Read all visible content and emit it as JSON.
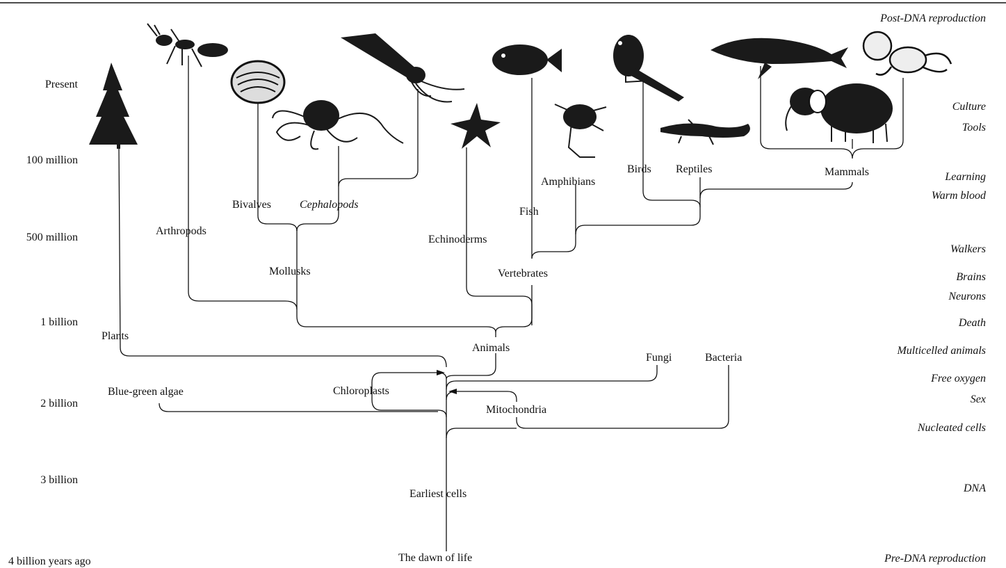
{
  "time_scale": [
    "Present",
    "100 million",
    "500 million",
    "1 billion",
    "2 billion",
    "3 billion",
    "4 billion years ago"
  ],
  "taxa": {
    "plants": "Plants",
    "arthropods": "Arthropods",
    "bivalves": "Bivalves",
    "cephalopods": "Cephalopods",
    "mollusks": "Mollusks",
    "echinoderms": "Echinoderms",
    "fish": "Fish",
    "amphibians": "Amphibians",
    "birds": "Birds",
    "reptiles": "Reptiles",
    "mammals": "Mammals",
    "vertebrates": "Vertebrates",
    "animals": "Animals",
    "fungi": "Fungi",
    "bacteria": "Bacteria",
    "blue_green_algae": "Blue-green algae",
    "chloroplasts": "Chloroplasts",
    "mitochondria": "Mitochondria",
    "earliest_cells": "Earliest cells",
    "dawn_of_life": "The dawn of life"
  },
  "milestones": [
    "Post-DNA reproduction",
    "Culture",
    "Tools",
    "Learning",
    "Warm blood",
    "Walkers",
    "Brains",
    "Neurons",
    "Death",
    "Multicelled animals",
    "Free oxygen",
    "Sex",
    "Nucleated cells",
    "DNA",
    "Pre-DNA reproduction"
  ],
  "illustrations": [
    "tree-icon",
    "ant-icon",
    "clam-icon",
    "octopus-icon",
    "squid-icon",
    "starfish-icon",
    "fish-icon",
    "frog-icon",
    "parrot-icon",
    "lizard-icon",
    "whale-icon",
    "baby-icon",
    "elephant-icon"
  ],
  "colors": {
    "ink": "#111111",
    "background": "#ffffff"
  }
}
